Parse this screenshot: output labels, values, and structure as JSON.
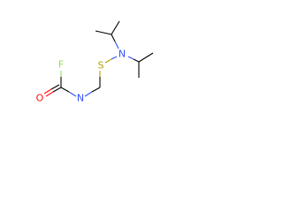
{
  "molecule": {
    "atoms": {
      "fluorine": "F",
      "oxygen": "O",
      "nitrogen_amide": "N",
      "sulfur": "S",
      "nitrogen_amine": "N"
    },
    "colors": {
      "fluorine": "#90e050",
      "oxygen": "#ff0d0d",
      "nitrogen": "#3050f8",
      "sulfur": "#b8a200",
      "bond": "#000000"
    }
  }
}
